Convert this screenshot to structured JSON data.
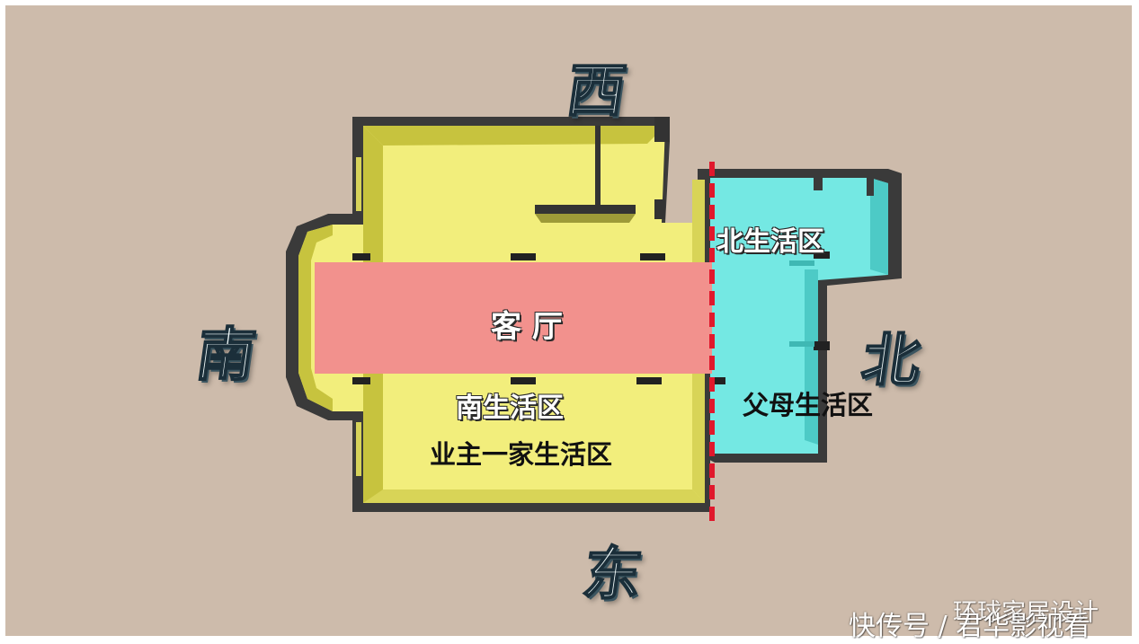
{
  "directions": {
    "west": "西",
    "south": "南",
    "north": "北",
    "east": "东"
  },
  "zones": {
    "living_room": "客 厅",
    "north_zone": "北生活区",
    "south_zone": "南生活区",
    "owner_family_zone": "业主一家生活区",
    "parents_zone": "父母生活区"
  },
  "watermark": "快传号 / 君华影视看",
  "watermark_under": "环球家居设计",
  "colors": {
    "background": "#cdbbab",
    "south_area": "#f2ee7c",
    "north_area": "#74e8e3",
    "living_room": "#f2918d",
    "wall": "#3a3a3a",
    "divider": "#e0182c"
  }
}
